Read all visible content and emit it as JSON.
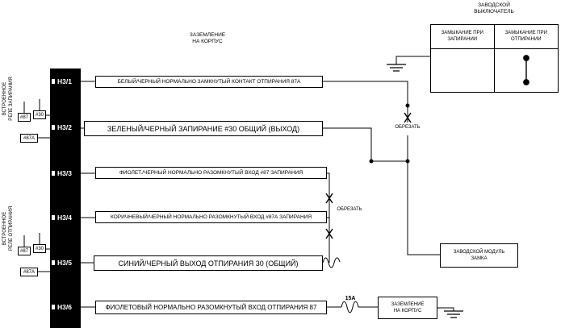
{
  "diagram": {
    "top_ground_label": {
      "line1": "ЗАЗЕМЛЕНИЕ",
      "line2": "НА КОРПУС"
    },
    "factory_switch": {
      "title_line1": "ЗАВОДСКОЙ",
      "title_line2": "ВЫКЛЮЧАТЕЛЬ",
      "col_lock_line1": "ЗАМЫКАНИЕ ПРИ",
      "col_lock_line2": "ЗАПИРАНИИ",
      "col_unlock_line1": "ЗАМЫКАНИЕ ПРИ",
      "col_unlock_line2": "ОТПИРАНИИ"
    },
    "connector": {
      "pins": [
        {
          "id": "H3/1",
          "wire": "БЕЛЫЙ/ЧЕРНЫЙ НОРМАЛЬНО ЗАМКНУТЫЙ КОНТАКТ ОТПИРАНИЯ 87А"
        },
        {
          "id": "H3/2",
          "wire": "ЗЕЛЕНЫЙ/ЧЕРНЫЙ ЗАПИРАНИЕ #30 ОБЩИЙ (ВЫХОД)"
        },
        {
          "id": "H3/3",
          "wire": "ФИОЛЕТ./ЧЕРНЫЙ НОРМАЛЬНО РАЗОМКНУТЫЙ ВХОД #87 ЗАПИРАНИЯ"
        },
        {
          "id": "H3/4",
          "wire": "КОРИЧНЕВЫЙ/ЧЕРНЫЙ НОРМАЛЬНО РАЗОМКНУТЫЙ ВХОД #87А ЗАПИРАНИЯ"
        },
        {
          "id": "H3/5",
          "wire": "СИНИЙ/ЧЕРНЫЙ ВЫХОД ОТПИРАНИЯ 30 (ОБЩИЙ)"
        },
        {
          "id": "H3/6",
          "wire": "ФИОЛЕТОВЫЙ НОРМАЛЬНО РАЗОМКНУТЫЙ ВХОД ОТПИРАНИЯ 87"
        }
      ]
    },
    "lock_relay": {
      "line1": "ВСТРОЕННОЕ",
      "line2": "РЕЛЕ ЗАПИРАНИЯ",
      "pin87": "#87",
      "pin30": "#30",
      "pin87a": "#87А"
    },
    "unlock_relay": {
      "line1": "ВСТРОЕННОЕ",
      "line2": "РЕЛЕ ОТПИРАНИЯ",
      "pin87": "#87",
      "pin30": "#30",
      "pin87a": "#87А"
    },
    "cut_label_1": "ОБРЕЗАТЬ",
    "cut_label_2": "ОБРЕЗАТЬ",
    "fuse_label": "15А",
    "lock_module": {
      "line1": "ЗАВОДСКОЙ МОДУЛЬ",
      "line2": "ЗАМКА"
    },
    "bottom_ground_box": {
      "line1": "ЗАЗЕМЛЕНИЕ",
      "line2": "НА КОРПУС"
    },
    "colors": {
      "line": "#000000",
      "background": "#ffffff",
      "connector": "#000000"
    }
  }
}
